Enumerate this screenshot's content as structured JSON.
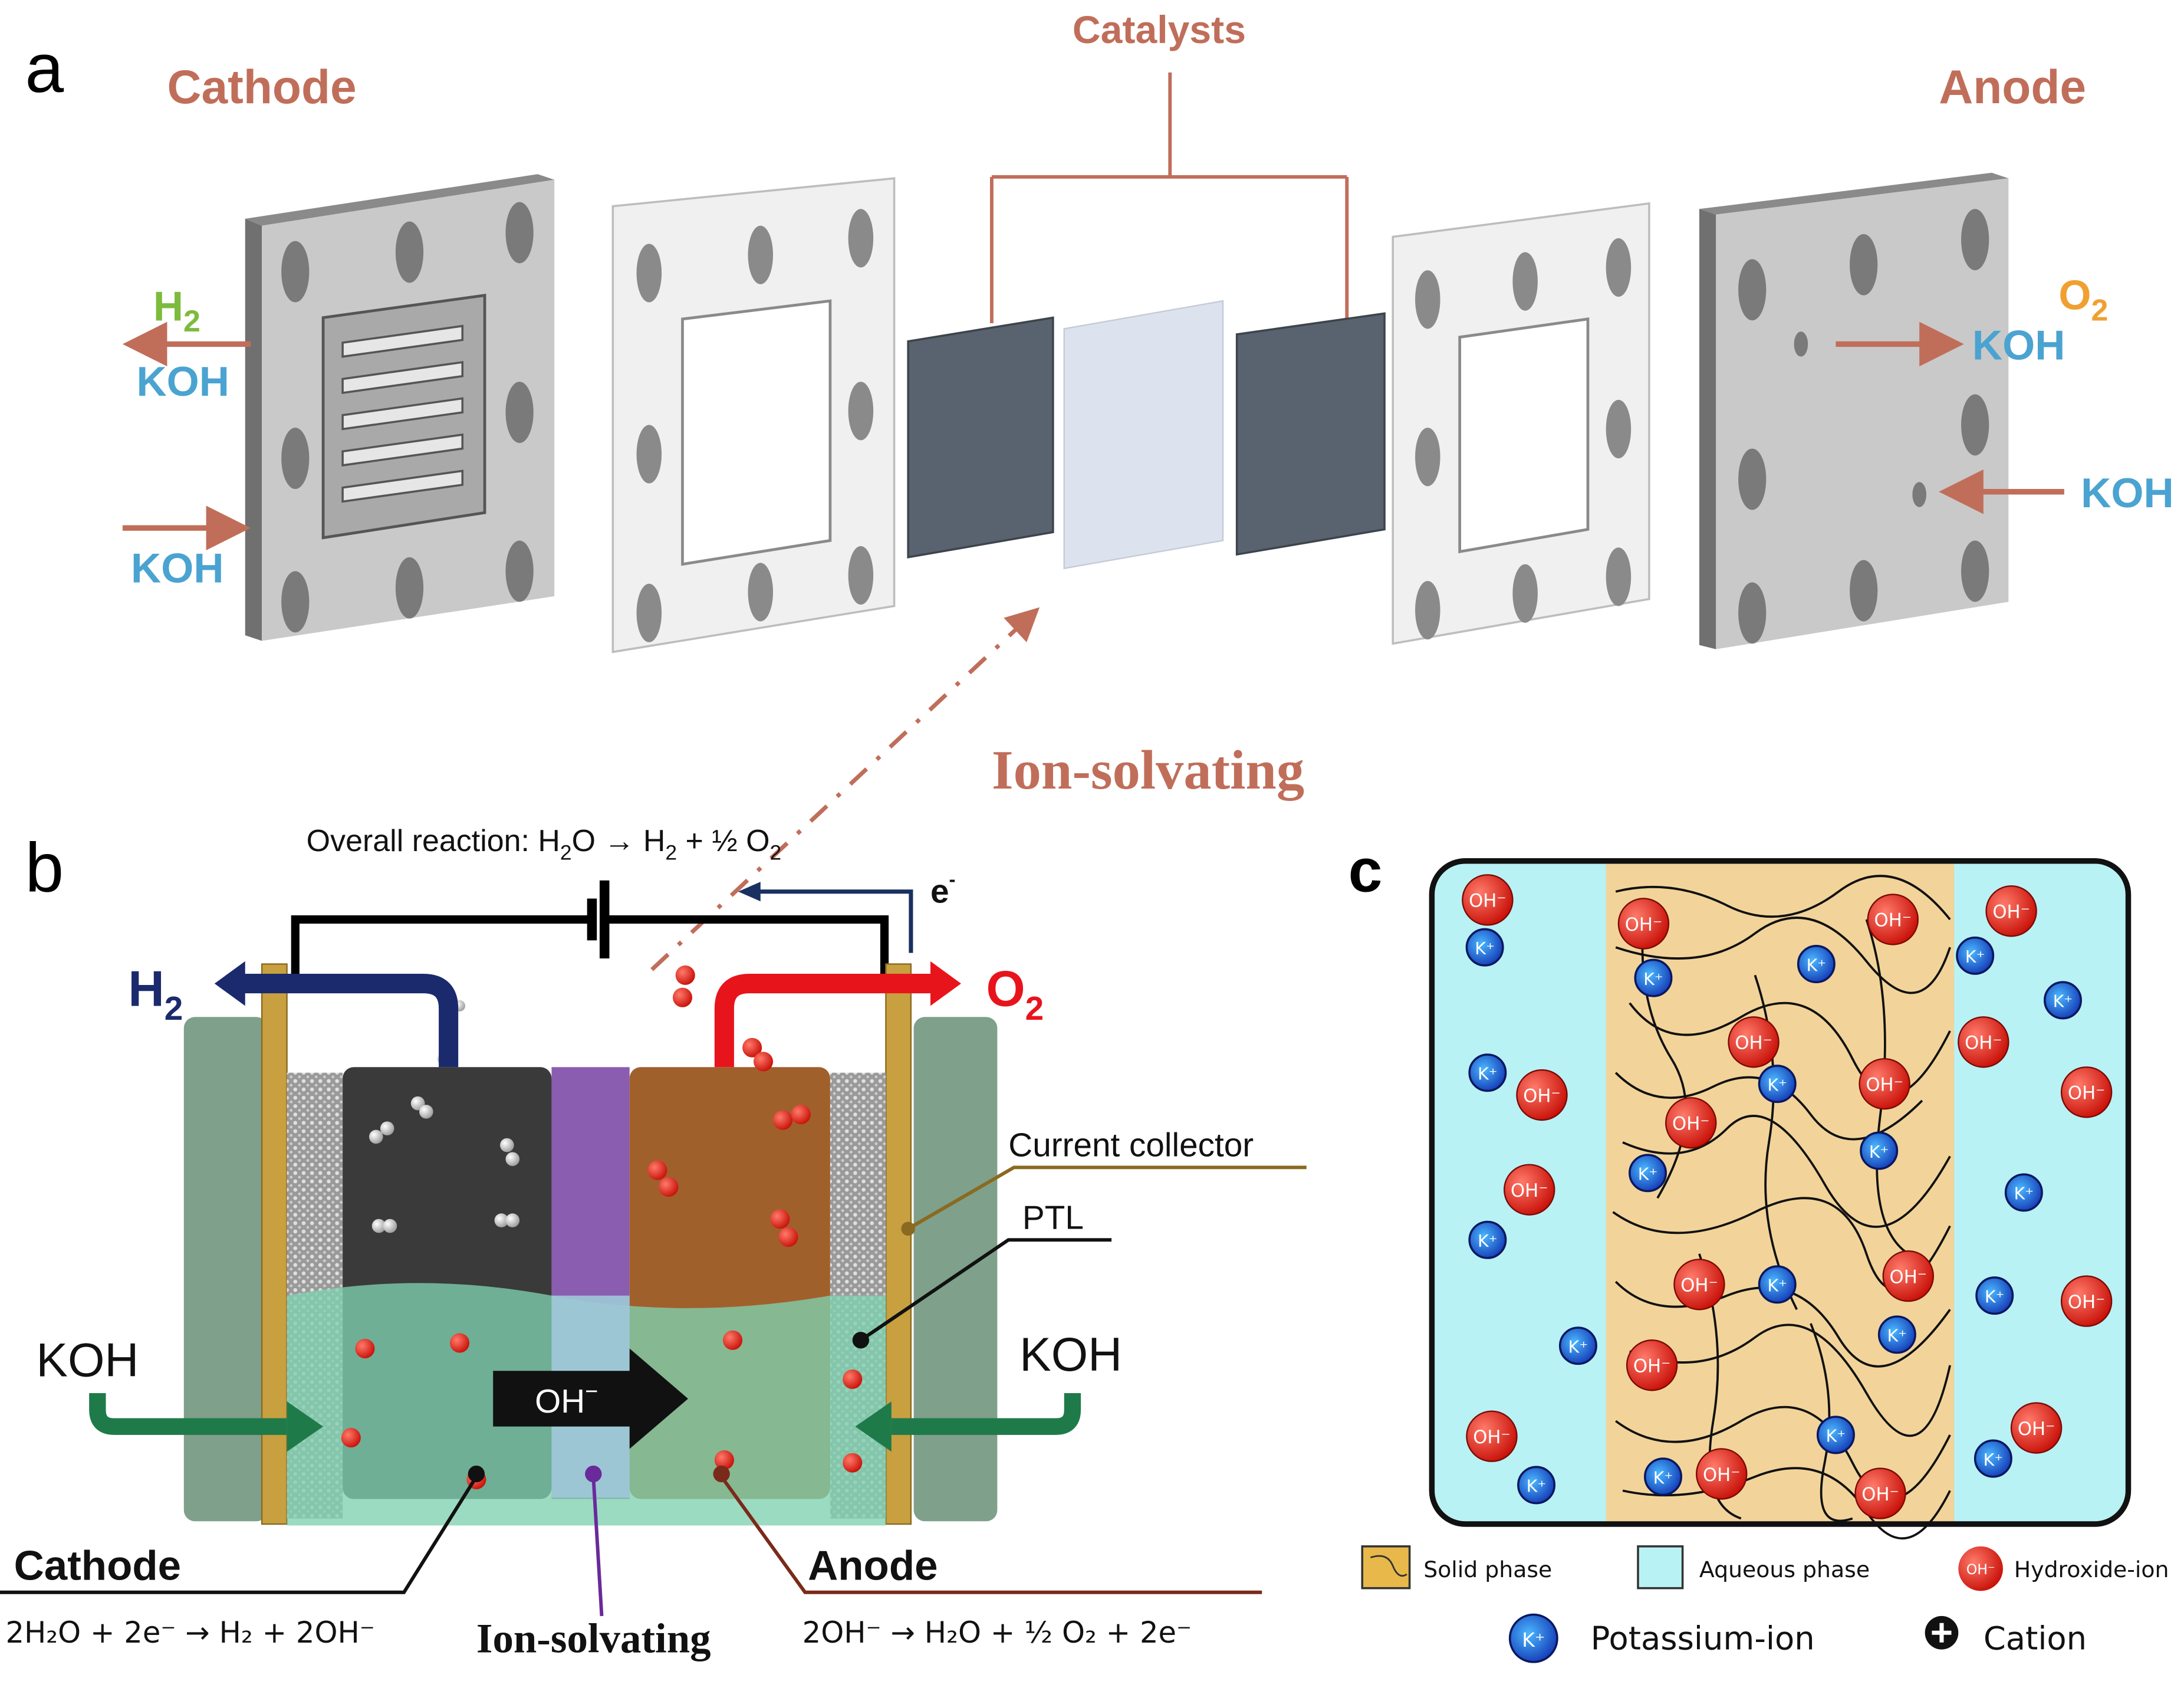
{
  "panel_a": {
    "label": "a",
    "cathode_title": "Cathode",
    "anode_title": "Anode",
    "catalysts_label": "Catalysts",
    "ion_solvating_label": "Ion-solvating",
    "h2_label": "H",
    "h2_sub": "2",
    "o2_label": "O",
    "o2_sub": "2",
    "koh_labels": [
      "KOH",
      "KOH",
      "KOH",
      "KOH"
    ],
    "colors": {
      "title": "#c06e5a",
      "h2": "#7dbb3e",
      "o2": "#f0a030",
      "koh": "#4aa3d0",
      "arrow": "#c06e5a"
    }
  },
  "panel_b": {
    "label": "b",
    "overall_reaction": {
      "prefix": "Overall reaction: H",
      "sub1": "2",
      "mid": "O → H",
      "sub2": "2",
      "mid2": " + ½ O",
      "sub3": "2"
    },
    "electron_label": "e",
    "electron_sup": "-",
    "h2_label": "H",
    "h2_sub": "2",
    "o2_label": "O",
    "o2_sub": "2",
    "koh_left": "KOH",
    "koh_right": "KOH",
    "oh_arrow_label": "OH",
    "oh_arrow_sup": "−",
    "current_collector_label": "Current collector",
    "ptl_label": "PTL",
    "cathode_label": "Cathode",
    "anode_label": "Anode",
    "ion_solvating_label": "Ion-solvating",
    "cathode_reaction": "2H₂O + 2e⁻ → H₂ + 2OH⁻",
    "anode_reaction": "2OH⁻ → H₂O + ½ O₂ + 2e⁻",
    "colors": {
      "h2": "#1a2a6c",
      "o2": "#e8141c",
      "koh_arrow": "#1f7a4a",
      "membrane": "#8a5db0",
      "cathode_block": "#3a3a3a",
      "anode_block": "#a0602c",
      "electrolyte": "#7fd1b0",
      "collector": "#c8a040"
    }
  },
  "panel_c": {
    "label": "c",
    "oh_ion_text": "OH⁻",
    "k_ion_text": "K⁺",
    "legend": [
      {
        "key": "solid",
        "label": "Solid phase"
      },
      {
        "key": "aqueous",
        "label": "Aqueous phase"
      },
      {
        "key": "hydroxide",
        "label": "Hydroxide-ion"
      },
      {
        "key": "potassium",
        "label": "Potassium-ion"
      },
      {
        "key": "cation",
        "label": "Cation"
      }
    ],
    "colors": {
      "aqueous": "#b8f2f5",
      "solid": "#f2d49a",
      "hydroxide": "#d81e10",
      "potassium": "#1a50d0"
    }
  }
}
